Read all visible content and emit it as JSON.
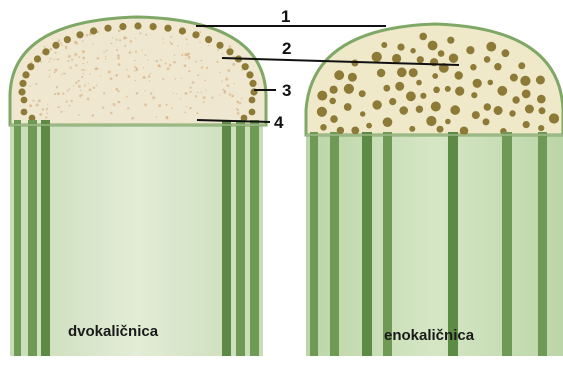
{
  "colors": {
    "background": "#ffffff",
    "pith": "#efe7cf",
    "pith_speckle": "#d8b48c",
    "stem_body": "#d3e4c3",
    "stem_body_light": "#e2ecd6",
    "bundle": "#6f9a55",
    "bundle_dark": "#557f3e",
    "epidermis": "#7fa866",
    "dot": "#8c7a36",
    "callout_line": "#111111"
  },
  "callouts": [
    {
      "id": "1",
      "label": "1"
    },
    {
      "id": "2",
      "label": "2"
    },
    {
      "id": "3",
      "label": "3"
    },
    {
      "id": "4",
      "label": "4"
    }
  ],
  "panels": {
    "left": {
      "label": "dvokaličnica"
    },
    "right": {
      "label": "enokaličnica"
    }
  }
}
